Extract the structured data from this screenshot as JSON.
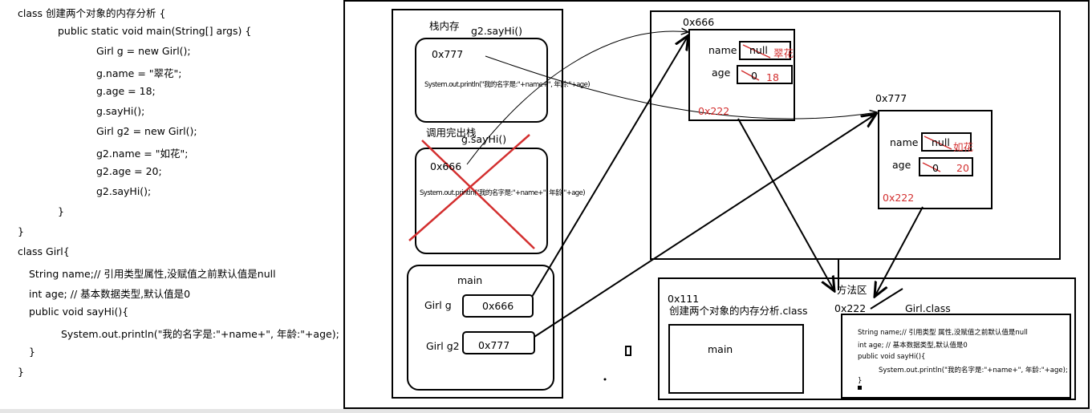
{
  "code_lines": [
    "class 创建两个对象的内存分析 {",
    "public static void main(String[] args) {",
    "Girl g = new Girl();",
    "g.name = \"翠花\";",
    "g.age = 18;",
    "g.sayHi();",
    "Girl g2 = new Girl();",
    "g2.name = \"如花\";",
    "g2.age = 20;",
    "g2.sayHi();",
    "}",
    "}",
    "class Girl{",
    "String name;// 引用类型属性,没赋值之前默认值是null",
    "int age; // 基本数据类型,默认值是0",
    "public void sayHi(){",
    "System.out.println(\"我的名字是:\"+name+\", 年龄:\"+age);",
    "}",
    "}"
  ],
  "stack": {
    "title": "栈内存",
    "frame_top_title": "g2.sayHi()",
    "frame_top_addr": "0x777",
    "frame_top_stmt": "System.out.println(\"我的名字是:\"+name+\", 年龄:\"+age)",
    "finished_label": "调用完出栈",
    "frame_done_title": "g.sayHi()",
    "frame_done_addr": "0x666",
    "frame_done_stmt": "System.out.println(\"我的名字是:\"+name+\", 年龄:\"+age)",
    "main_title": "main",
    "var1_name": "Girl g",
    "var1_value": "0x666",
    "var2_name": "Girl g2",
    "var2_value": "0x777"
  },
  "heap": {
    "obj1": {
      "addr": "0x666",
      "name_label": "name",
      "name_old": "null",
      "name_new": "翠花",
      "age_label": "age",
      "age_old": "0",
      "age_new": "18",
      "class_ref": "0x222"
    },
    "obj2": {
      "addr": "0x777",
      "name_label": "name",
      "name_old": "null",
      "name_new": "如花",
      "age_label": "age",
      "age_old": "0",
      "age_new": "20",
      "class_ref": "0x222"
    }
  },
  "method_area": {
    "title": "方法区",
    "class1_addr": "0x111",
    "class1_name": "创建两个对象的内存分析.class",
    "class1_main": "main",
    "class2_addr": "0x222",
    "class2_name": "Girl.class",
    "class2_lines": [
      "String name;// 引用类型 属性,没赋值之前默认值是null",
      "int age; // 基本数据类型,默认值是0",
      "public void sayHi(){",
      "System.out.println(\"我的名字是:\"+name+\", 年龄:\"+age);",
      "}"
    ]
  },
  "colors": {
    "ink": "#000000",
    "annotation_red": "#d32f2f"
  }
}
